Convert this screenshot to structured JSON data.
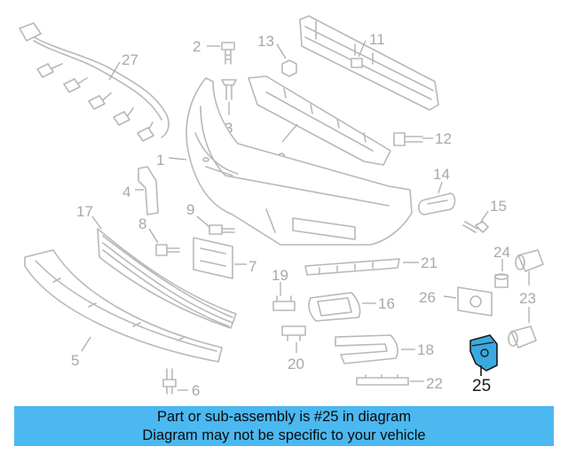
{
  "diagram": {
    "callouts": {
      "c1": "1",
      "c2": "2",
      "c3": "3",
      "c4": "4",
      "c5": "5",
      "c6": "6",
      "c7": "7",
      "c8": "8",
      "c9": "9",
      "c10": "10",
      "c11": "11",
      "c12": "12",
      "c13": "13",
      "c14": "14",
      "c15": "15",
      "c16": "16",
      "c17": "17",
      "c18": "18",
      "c19": "19",
      "c20": "20",
      "c21": "21",
      "c22": "22",
      "c23": "23",
      "c24": "24",
      "c25": "25",
      "c26": "26",
      "c27": "27"
    },
    "highlighted_part": "25"
  },
  "colors": {
    "highlight": "#3ba9e0",
    "banner": "#4cb8f0",
    "line_art": "#b8b8b8"
  },
  "banner": {
    "line1": "Part or sub-assembly is #25 in diagram",
    "line2": "Diagram may not be specific to your vehicle"
  }
}
